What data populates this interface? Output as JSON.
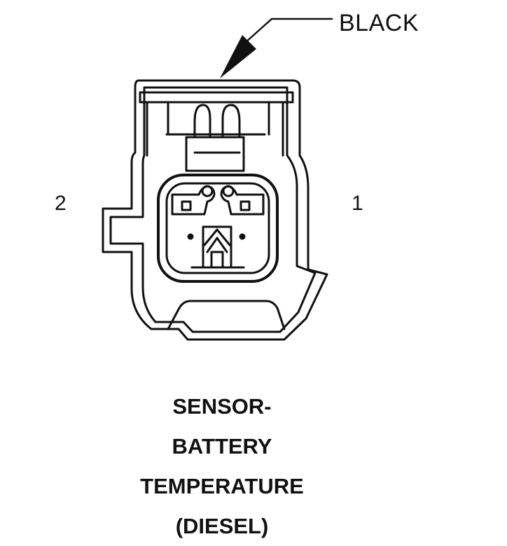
{
  "callout": {
    "color_label": "BLACK"
  },
  "pins": {
    "left_label": "2",
    "right_label": "1"
  },
  "caption": {
    "lines": [
      "SENSOR-",
      "BATTERY",
      "TEMPERATURE",
      "(DIESEL)"
    ]
  },
  "colors": {
    "ink": "#111111",
    "background": "#ffffff"
  }
}
